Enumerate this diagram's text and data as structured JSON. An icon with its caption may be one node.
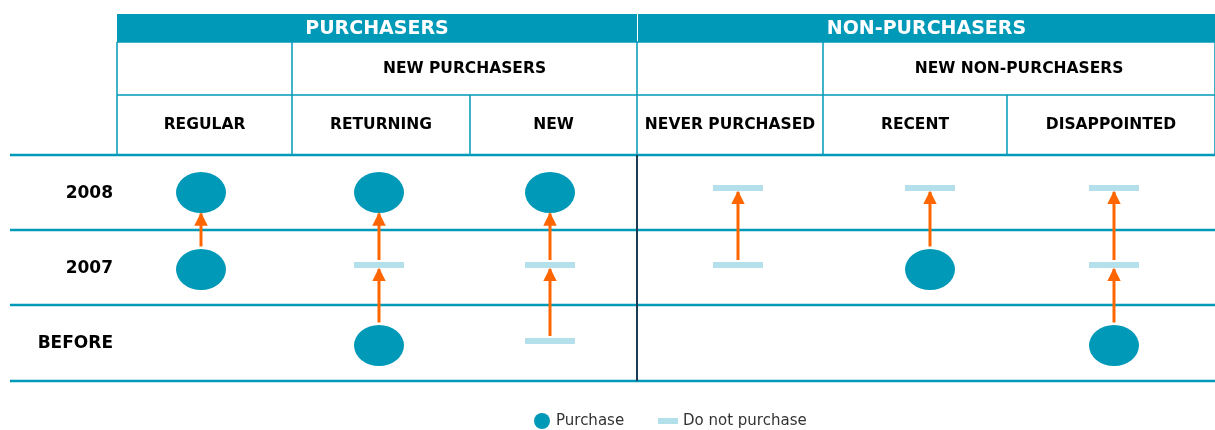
{
  "diagram": {
    "nodes": [
      {
        "text": [],
        "shape": "circle"
      },
      {
        "text": [],
        "shape": "circle"
      },
      {
        "text": [],
        "shape": "circle"
      },
      {
        "text": [],
        "shape": "bar"
      },
      {
        "text": [],
        "shape": "bar"
      },
      {
        "text": [],
        "shape": "bar"
      },
      {
        "text": [],
        "shape": "circle"
      },
      {
        "text": [],
        "shape": "bar"
      },
      {
        "text": [],
        "shape": "bar"
      },
      {
        "text": [],
        "shape": "bar"
      },
      {
        "text": [],
        "shape": "circle"
      },
      {
        "text": [],
        "shape": "bar"
      },
      {
        "text": [],
        "shape": "circle"
      },
      {
        "text": [],
        "shape": "bar"
      },
      {
        "text": [],
        "shape": "circle"
      }
    ],
    "edges": [
      {
        "from": 6,
        "to": 0,
        "arrow": "to"
      },
      {
        "from": 7,
        "to": 1,
        "arrow": "to"
      },
      {
        "from": 8,
        "to": 2,
        "arrow": "to"
      },
      {
        "from": 9,
        "to": 3,
        "arrow": "to"
      },
      {
        "from": 10,
        "to": 4,
        "arrow": "to"
      },
      {
        "from": 11,
        "to": 5,
        "arrow": "to"
      },
      {
        "from": 12,
        "to": 7,
        "arrow": "to"
      },
      {
        "from": 13,
        "to": 8,
        "arrow": "to"
      },
      {
        "from": 14,
        "to": 11,
        "arrow": "to"
      }
    ],
    "labels": [
      "PURCHASERS",
      "NON-PURCHASERS",
      "NEW PURCHASERS",
      "NEW NON-PURCHASERS",
      "REGULAR",
      "RETURNING",
      "NEW",
      "NEVER PURCHASED",
      "RECENT",
      "DISAPPOINTED",
      "2008",
      "2007",
      "BEFORE"
    ],
    "legend": [
      {
        "text": "Purchase",
        "color": "#0099b8"
      },
      {
        "text": "Do not purchase",
        "color": "#b3e0ea"
      }
    ]
  }
}
